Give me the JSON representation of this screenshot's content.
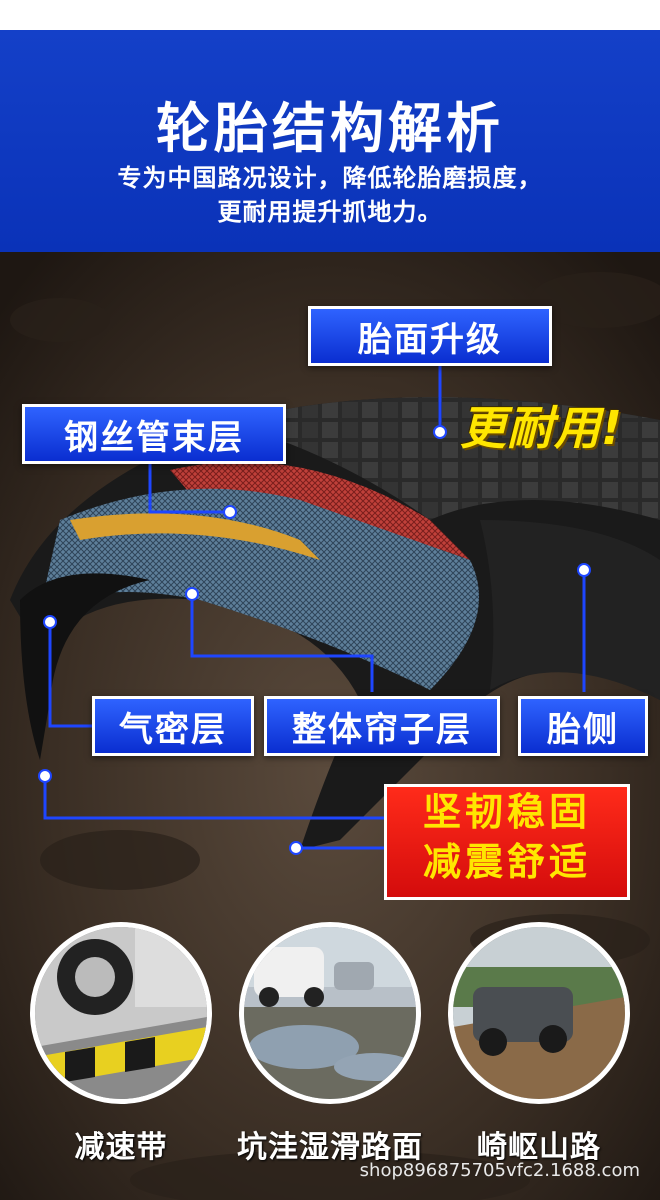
{
  "header": {
    "title": "轮胎结构解析",
    "subtitle_line1": "专为中国路况设计，降低轮胎磨损度，",
    "subtitle_line2": "更耐用提升抓地力。"
  },
  "labels": {
    "tread_upgrade": "胎面升级",
    "steel_belt": "钢丝管束层",
    "more_durable": "更耐用!",
    "airtight_layer": "气密层",
    "body_ply": "整体帘子层",
    "sidewall": "胎侧",
    "callout_line1": "坚韧稳固",
    "callout_line2": "减震舒适"
  },
  "scenes": [
    {
      "caption": "减速带"
    },
    {
      "caption": "坑洼湿滑路面"
    },
    {
      "caption": "崎岖山路"
    }
  ],
  "watermark": "shop896875705vfc2.1688.com",
  "colors": {
    "header_blue": "#0a32b8",
    "label_blue": "#0a2ed0",
    "callout_red": "#d40c0c",
    "accent_yellow": "#ffe600"
  }
}
